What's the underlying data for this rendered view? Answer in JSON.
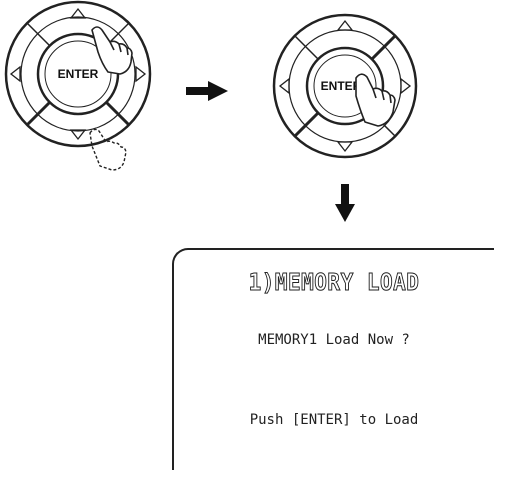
{
  "left_pad": {
    "center_label": "ENTER"
  },
  "right_pad": {
    "center_label": "ENTER"
  },
  "display": {
    "title": "1)MEMORY LOAD",
    "line1": "MEMORY1 Load Now ?",
    "line2": "Push [ENTER] to Load"
  },
  "colors": {
    "ink": "#111111",
    "outline": "#222222",
    "background": "#ffffff"
  },
  "icons": [
    "arrow-right-icon",
    "arrow-down-icon",
    "hand-pointer-icon",
    "hand-pointer-dashed-icon"
  ]
}
